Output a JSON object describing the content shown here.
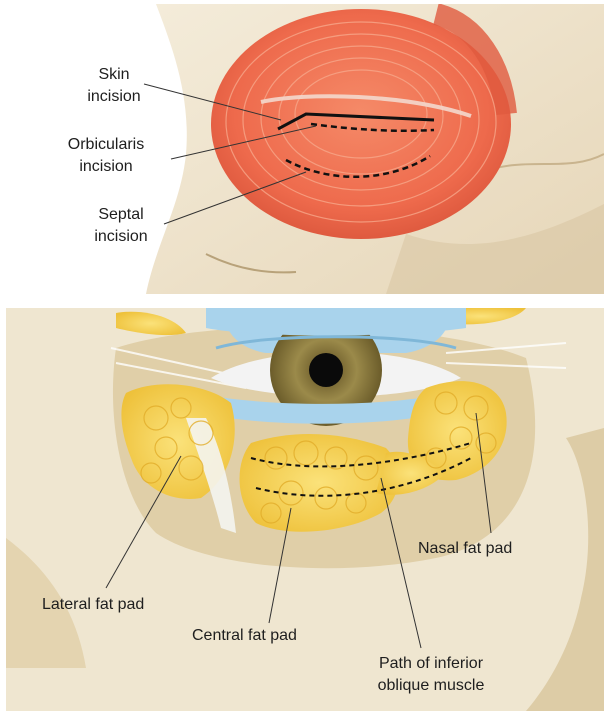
{
  "top_panel": {
    "labels": {
      "skin_incision": [
        "Skin",
        "incision"
      ],
      "orbicularis_incision": [
        "Orbicularis",
        "incision"
      ],
      "septal_incision": [
        "Septal",
        "incision"
      ]
    },
    "colors": {
      "muscle": "#ee6a4c",
      "skin": "#efe3cc",
      "incision": "#111111"
    }
  },
  "bottom_panel": {
    "labels": {
      "lateral_fat_pad": "Lateral fat pad",
      "central_fat_pad": "Central  fat pad",
      "nasal_fat_pad": "Nasal  fat pad",
      "path_inferior_oblique": [
        "Path of inferior",
        "oblique muscle"
      ]
    },
    "colors": {
      "fat": "#f6d34a",
      "conjunctiva": "#a9d3ec",
      "iris": "#8b7a3c",
      "bone": "#efe6d0"
    }
  }
}
